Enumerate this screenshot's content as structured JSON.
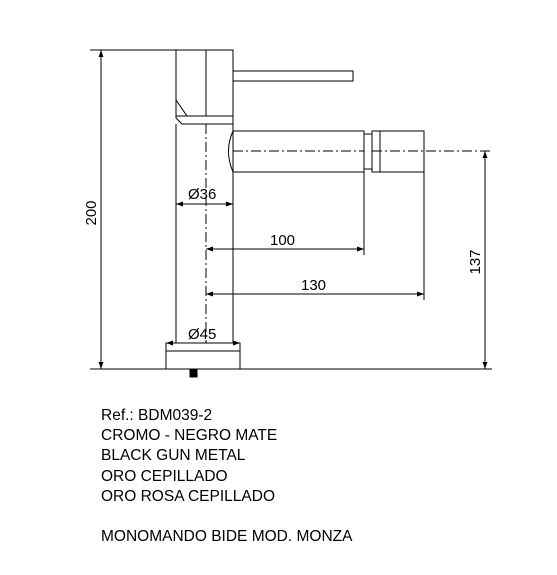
{
  "dimensions": {
    "overall_height": "200",
    "body_diameter": "Ø36",
    "spout_reach": "100",
    "outlet_reach": "130",
    "outlet_height": "137",
    "base_diameter": "Ø45"
  },
  "product": {
    "reference": "Ref.: BDM039-2",
    "finishes": [
      "CROMO - NEGRO MATE",
      "BLACK GUN METAL",
      "ORO CEPILLADO",
      "ORO ROSA CEPILLADO"
    ],
    "name": "MONOMANDO BIDE MOD. MONZA"
  }
}
